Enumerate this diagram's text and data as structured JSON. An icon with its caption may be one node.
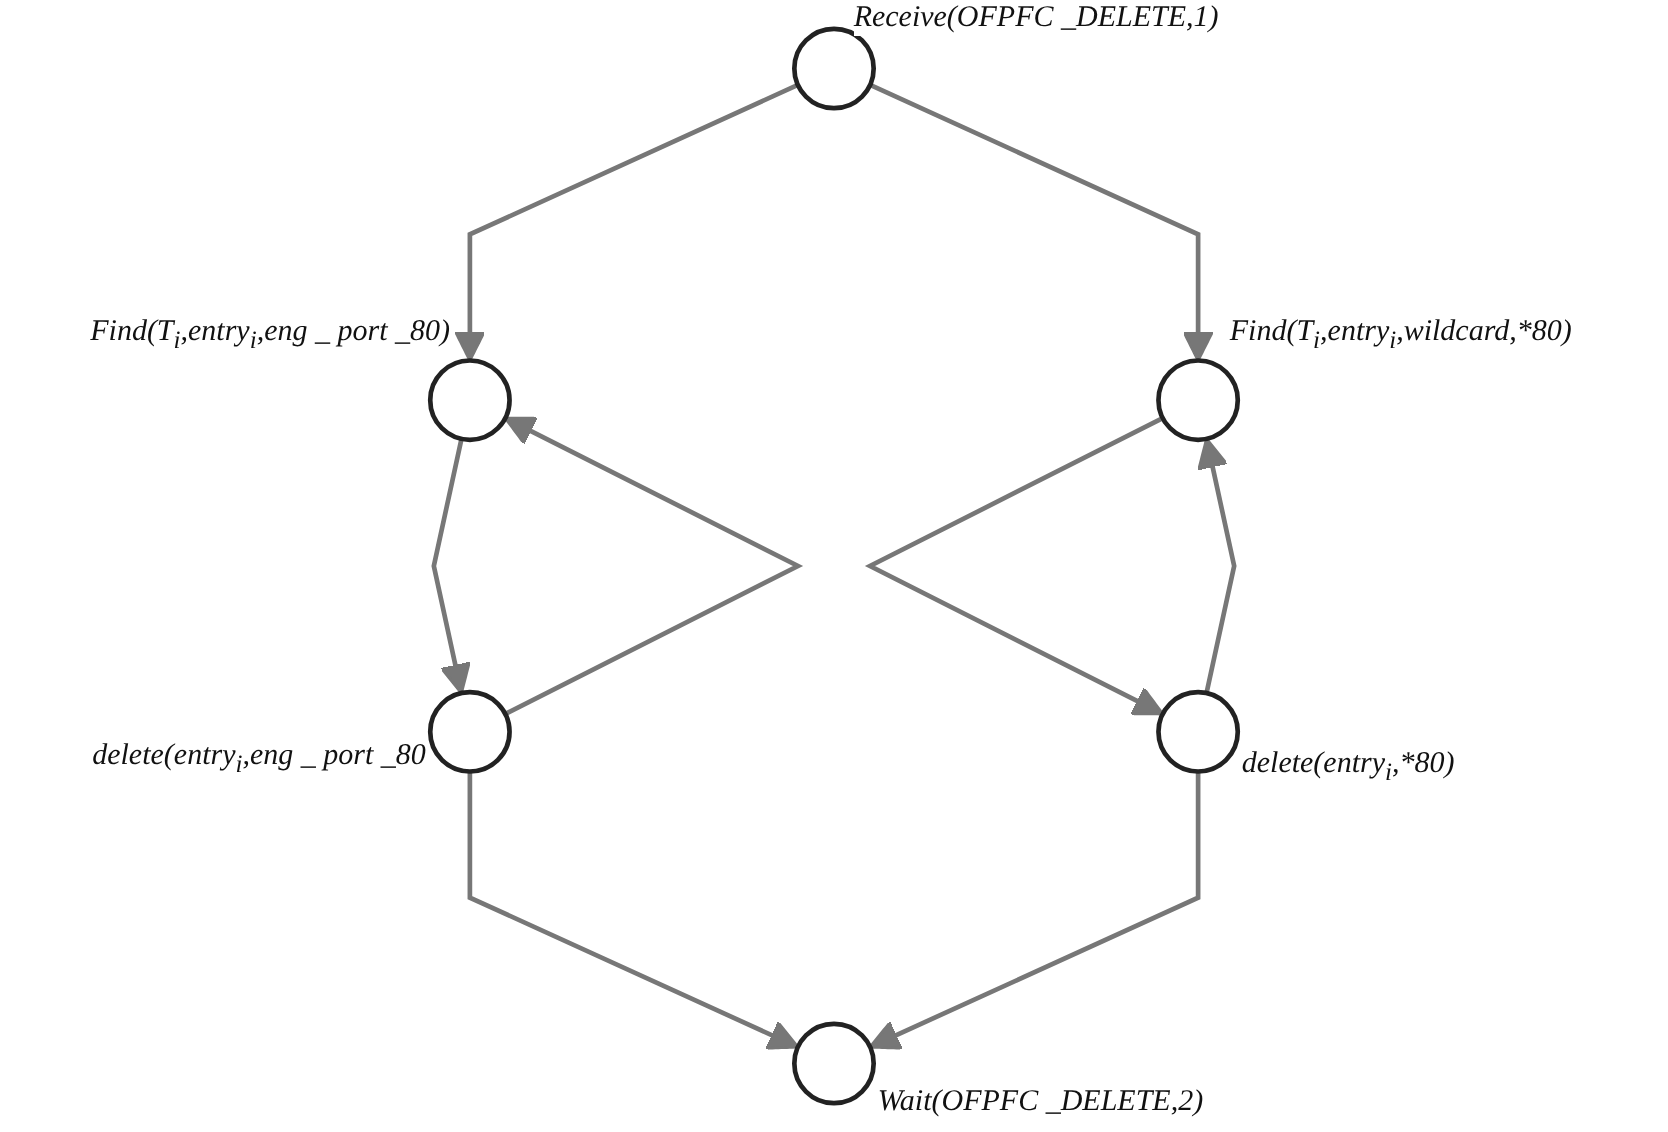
{
  "diagram": {
    "nodes": [
      {
        "text": [],
        "shape": "circle",
        "beside": [
          "Receive(OFPFC _DELETE,1)"
        ]
      },
      {
        "text": [],
        "shape": "circle",
        "beside": [
          "Find(T$_{i}$,entry$_{i}$,eng _ port _80)"
        ]
      },
      {
        "text": [],
        "shape": "circle",
        "beside": [
          "Find(T$_{i}$,entry$_{i}$,wildcard,*80)"
        ]
      },
      {
        "text": [],
        "shape": "circle",
        "beside": [
          "delete(entry$_{i}$,eng _ port _80"
        ]
      },
      {
        "text": [],
        "shape": "circle",
        "beside": [
          "delete(entry$_{i}$,*80)"
        ]
      },
      {
        "text": [],
        "shape": "circle",
        "beside": [
          "Wait(OFPFC _DELETE,2)"
        ]
      }
    ],
    "edges": [
      {
        "from": 0,
        "to": 1,
        "arrow": "to"
      },
      {
        "from": 0,
        "to": 2,
        "arrow": "to"
      },
      {
        "from": 1,
        "to": 3,
        "arrow": "to"
      },
      {
        "from": 3,
        "to": 1,
        "arrow": "to"
      },
      {
        "from": 2,
        "to": 4,
        "arrow": "to"
      },
      {
        "from": 4,
        "to": 2,
        "arrow": "to"
      },
      {
        "from": 3,
        "to": 5,
        "arrow": "to"
      },
      {
        "from": 4,
        "to": 5,
        "arrow": "to"
      }
    ]
  }
}
